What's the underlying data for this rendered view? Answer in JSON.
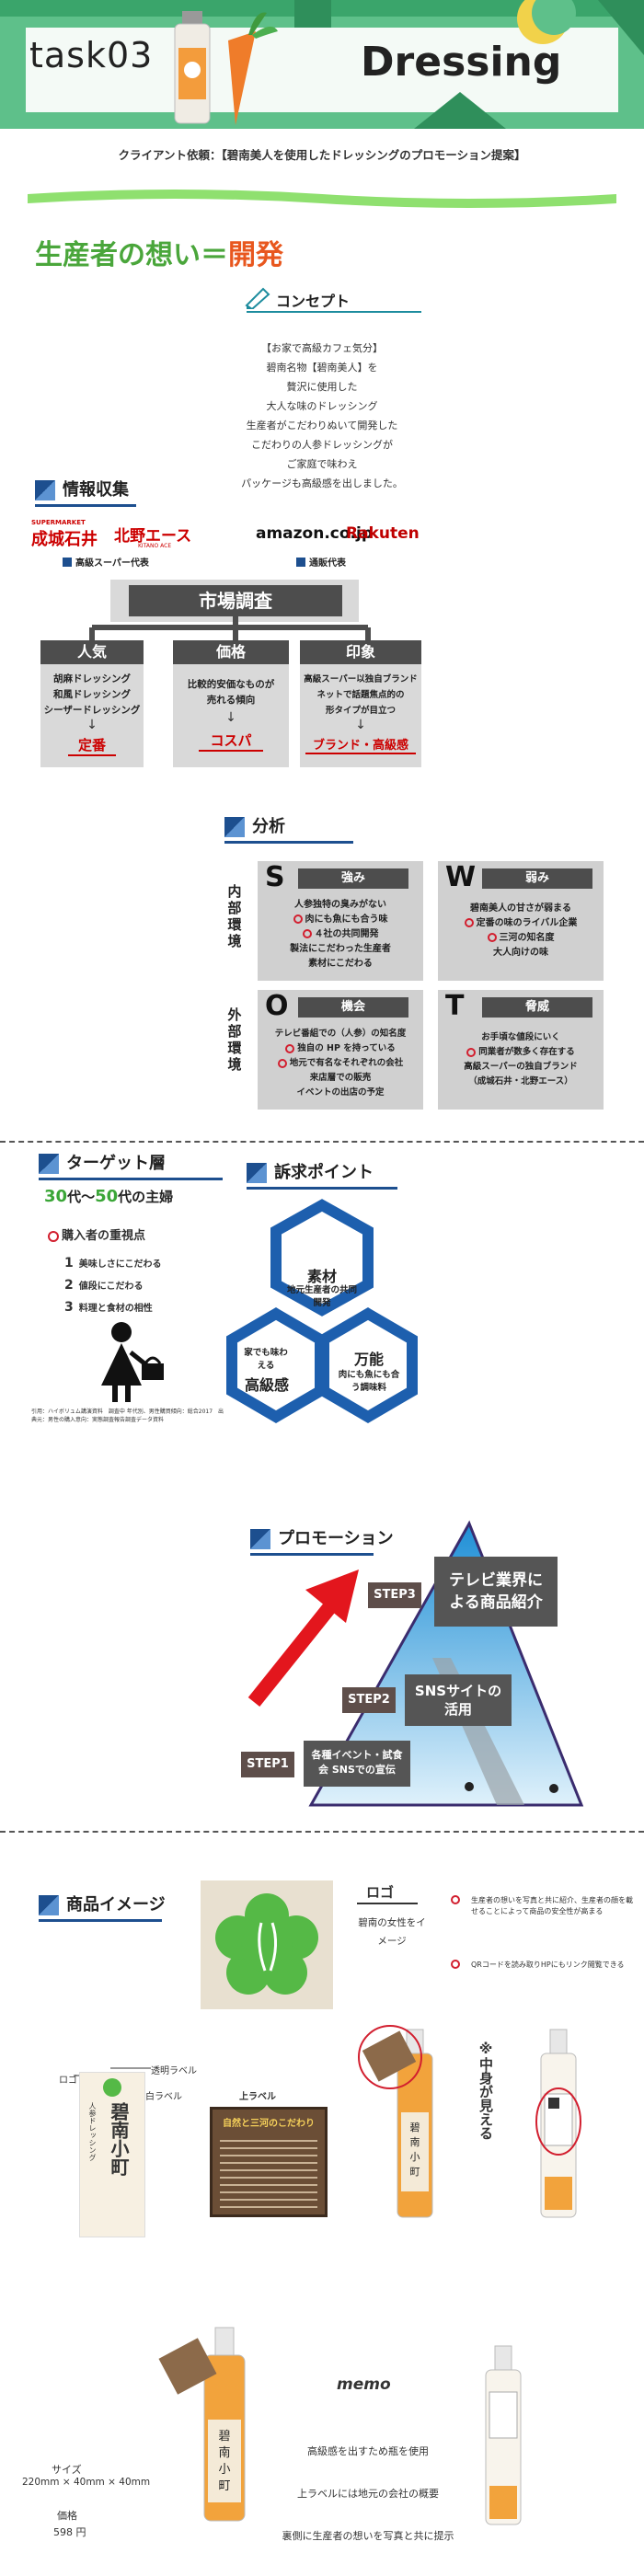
{
  "header": {
    "task": "task03",
    "title": "Dressing"
  },
  "client_request": "クライアント依頼：【碧南美人を使用したドレッシングのプロモーション提案】",
  "main_heading": {
    "prefix": "生産者の想い＝",
    "emphasis": "開発"
  },
  "concept": {
    "title": "コンセプト",
    "lines": [
      "【お家で高級カフェ気分】",
      "碧南名物【碧南美人】を",
      "贅沢に使用した",
      "大人な味のドレッシング",
      "生産者がこだわりぬいて開発した",
      "こだわりの人参ドレッシングが",
      "ご家庭で味わえ",
      "パッケージも高級感を出しました。"
    ]
  },
  "info": {
    "title": "情報収集",
    "logos": {
      "seijo_small": "SUPERMARKET",
      "seijo": "成城石井",
      "kitano": "北野エース",
      "kitano_small": "KITANO ACE",
      "amazon": "amazon.co.jp",
      "rakuten": "Rakuten"
    },
    "tag_left": "高級スーパー代表",
    "tag_right": "通販代表",
    "market": "市場調査",
    "cards": [
      {
        "head": "人気",
        "lines": [
          "胡麻ドレッシング",
          "和風ドレッシング",
          "シーザードレッシング"
        ],
        "result": "定番"
      },
      {
        "head": "価格",
        "lines": [
          "比較的安価なものが",
          "売れる傾向"
        ],
        "result": "コスパ"
      },
      {
        "head": "印象",
        "lines": [
          "高級スーパー以独自ブランド",
          "ネットで話題焦点的の",
          "形タイプが目立つ"
        ],
        "result": "ブランド・高級感"
      }
    ]
  },
  "analysis": {
    "title": "分析",
    "internal": "内部環境",
    "external": "外部環境",
    "s": {
      "letter": "S",
      "head": "強み",
      "lines": [
        "人参独特の臭みがない",
        "肉にも魚にも合う味",
        "４社の共同開発",
        "製法にこだわった生産者",
        "素材にこだわる"
      ]
    },
    "w": {
      "letter": "W",
      "head": "弱み",
      "lines": [
        "碧南美人の甘さが弱まる",
        "定番の味のライバル企業",
        "三河の知名度",
        "大人向けの味"
      ]
    },
    "o": {
      "letter": "O",
      "head": "機会",
      "lines": [
        "テレビ番組での（人参）の知名度",
        "独自の HP を持っている",
        "地元で有名なそれぞれの会社",
        "来店層での販売",
        "イベントの出店の予定"
      ]
    },
    "t": {
      "letter": "T",
      "head": "脅威",
      "lines": [
        "お手頃な値段にいく",
        "同業者が数多く存在する",
        "高級スーパーの独自ブランド",
        "（成城石井・北野エース）"
      ]
    }
  },
  "target": {
    "title": "ターゲット層",
    "age_a": "30",
    "age_mid": "代～",
    "age_b": "50",
    "age_end": "代の主婦",
    "priority_title": "購入者の重視点",
    "items": [
      {
        "num": "1",
        "text": "美味しさにこだわる"
      },
      {
        "num": "2",
        "text": "値段にこだわる"
      },
      {
        "num": "3",
        "text": "料理と食材の相性"
      }
    ],
    "note": "引用：ハイボリュム講演資料　調査中 年代別、男性購買傾向：総合2017　出典元：男性の購入意向：実態調査報告調査データ資料"
  },
  "appeal": {
    "title": "訴求ポイント",
    "top": {
      "main": "素材",
      "sub": "地元生産者の共同開発"
    },
    "left": {
      "sub": "家でも味わえる",
      "main": "高級感"
    },
    "right": {
      "main": "万能",
      "sub": "肉にも魚にも合う調味料"
    }
  },
  "promotion": {
    "title": "プロモーション",
    "step1": {
      "tag": "STEP1",
      "text": "各種イベント・試食会 SNSでの宣伝"
    },
    "step2": {
      "tag": "STEP2",
      "text": "SNSサイトの活用"
    },
    "step3": {
      "tag": "STEP3",
      "text": "テレビ業界による商品紹介"
    }
  },
  "product": {
    "title": "商品イメージ",
    "logo_label": "ロゴ",
    "logo_desc": "碧南の女性をイメージ",
    "note1": "生産者の想いを写真と共に紹介、生産者の顔を載せることによって商品の安全性が高まる",
    "note2": "QRコードを読み取りHPにもリンク閲覧できる",
    "label_logo": "ロゴ",
    "label_clear": "透明ラベル",
    "label_white": "白ラベル",
    "label_upper": "上ラベル",
    "brand": "碧南小町",
    "brand_sub": "人参ドレッシング",
    "upper_title": "自然と三河のこだわり",
    "side_note": "※中身が見える",
    "memo_title": "memo",
    "memo_lines": [
      "高級感を出すため瓶を使用",
      "上ラベルには地元の会社の概要",
      "裏側に生産者の想いを写真と共に提示"
    ],
    "size_label": "サイズ",
    "size_value": "220mm × 40mm × 40mm",
    "price_label": "価格",
    "price_value": "598 円"
  },
  "colors": {
    "green": "#5ec08a",
    "navy": "#1d4f8f",
    "red": "#d21f2f",
    "orange": "#e8571e"
  }
}
